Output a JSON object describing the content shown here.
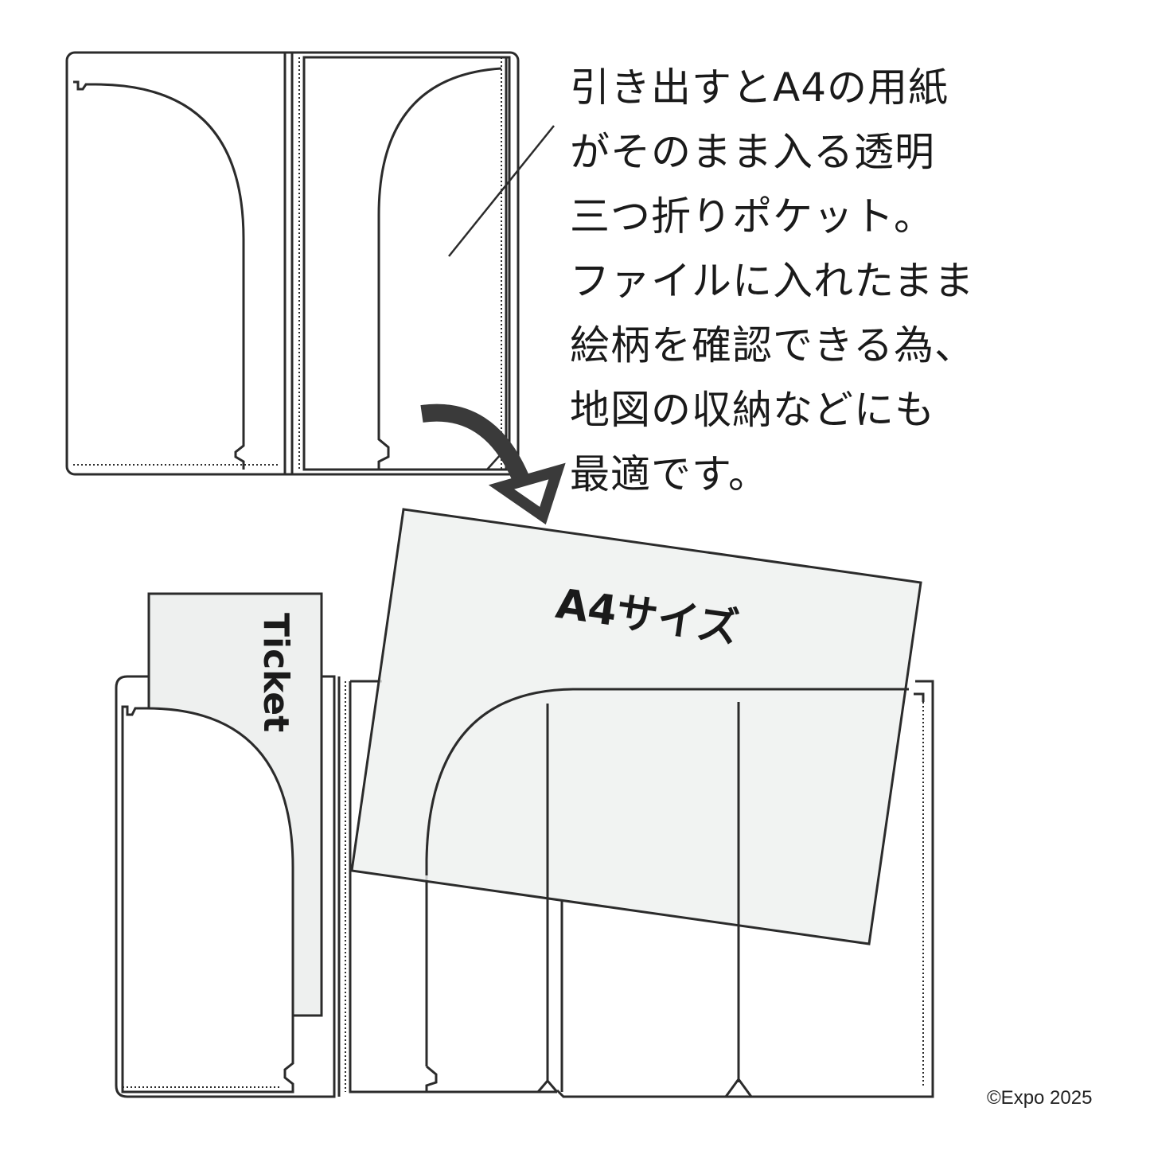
{
  "description_lines": [
    "引き出すとA4の用紙",
    "がそのまま入る透明",
    "三つ折りポケット。",
    "ファイルに入れたまま",
    "絵柄を確認できる為、",
    "地図の収納などにも",
    "最適です。"
  ],
  "labels": {
    "a4": "A4サイズ",
    "ticket": "Ticket"
  },
  "copyright": "©Expo 2025",
  "colors": {
    "line": "#2b2b2b",
    "paper_fill": "#eef0ef",
    "background": "#ffffff"
  }
}
